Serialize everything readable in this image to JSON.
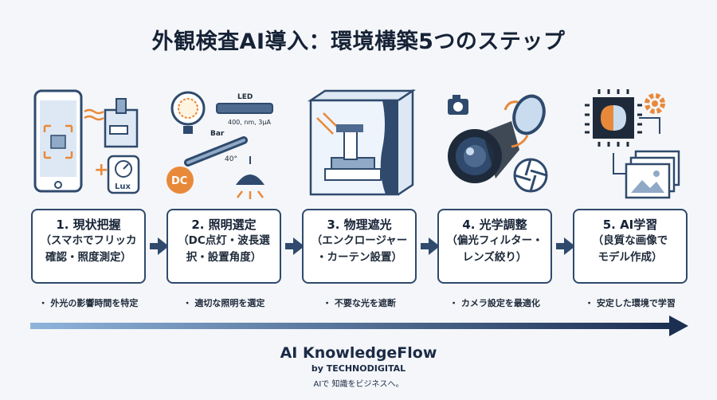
{
  "title": "外観検査AI導入：環境構築5つのステップ",
  "steps": [
    {
      "title": "1. 現状把握",
      "desc_lines": [
        "（スマホでフリッカ",
        "確認・照度測定）"
      ],
      "result": "・ 外光の影響時間を特定",
      "illustration": "smartphone-flicker-check",
      "labels": [
        "Lux"
      ]
    },
    {
      "title": "2. 照明選定",
      "desc_lines": [
        "（DC点灯・波長選",
        "択・設置角度）"
      ],
      "result": "・ 適切な照明を選定",
      "illustration": "lighting-selection",
      "labels": [
        "LED",
        "400, nm, 3μA",
        "Bar",
        "40°",
        "DC"
      ]
    },
    {
      "title": "3. 物理遮光",
      "desc_lines": [
        "（エンクロージャー",
        "・カーテン設置）"
      ],
      "result": "・ 不要な光を遮断",
      "illustration": "enclosure-curtain"
    },
    {
      "title": "4. 光学調整",
      "desc_lines": [
        "（偏光フィルター・",
        "レンズ絞り）"
      ],
      "result": "・ カメラ設定を最適化",
      "illustration": "camera-lens-filter"
    },
    {
      "title": "5. AI学習",
      "desc_lines": [
        "（良質な画像で",
        "モデル作成）"
      ],
      "result": "・ 安定した環境で学習",
      "illustration": "ai-chip-brain"
    }
  ],
  "brand": {
    "name": "AI KnowledgeFlow",
    "by": "by TECHNODIGITAL",
    "tagline": "AIで 知識をビジネスへ。"
  },
  "colors": {
    "navy": "#2f4a6d",
    "orange": "#e8893a",
    "light_blue": "#c9dcef",
    "background": "#f4f6f9"
  }
}
